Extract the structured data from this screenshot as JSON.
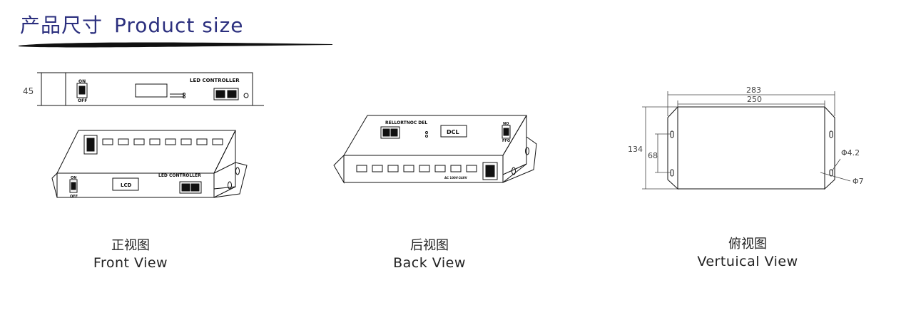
{
  "header": {
    "title_zh": "产品尺寸",
    "title_en": "Product size",
    "accent_color": "#2b2f7e"
  },
  "front_view": {
    "caption_zh": "正视图",
    "caption_en": "Front View",
    "height_dim": "45",
    "panel_label": "LED CONTROLLER",
    "panel_label_iso": "LED CONTROLLER",
    "switch_on": "ON",
    "switch_off": "OFF",
    "lcd_label": "LCD"
  },
  "back_view": {
    "caption_zh": "后视图",
    "caption_en": "Back View",
    "panel_label": "RELLORTNOC DEL",
    "lcd_label": "DCL",
    "power_label": "AC 100V-240V",
    "switch_on": "NO",
    "switch_off": "FFO"
  },
  "top_view": {
    "caption_zh": "俯视图",
    "caption_en": "Vertuical View",
    "dim_overall_width": "283",
    "dim_body_width": "250",
    "dim_height": "134",
    "dim_hole_spacing": "68",
    "dim_hole_small": "Φ4.2",
    "dim_hole_large": "Φ7"
  }
}
